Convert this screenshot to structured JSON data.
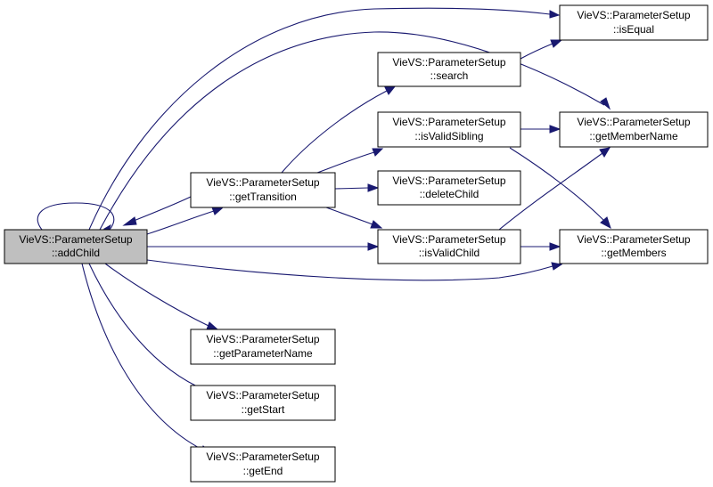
{
  "colors": {
    "edge": "#191970",
    "root_fill": "#bfbfbf",
    "node_fill": "#ffffff",
    "border": "#000000"
  },
  "nodes": [
    {
      "id": "addChild",
      "line1": "VieVS::ParameterSetup",
      "line2": "::addChild",
      "root": true
    },
    {
      "id": "getTransition",
      "line1": "VieVS::ParameterSetup",
      "line2": "::getTransition"
    },
    {
      "id": "getParameterName",
      "line1": "VieVS::ParameterSetup",
      "line2": "::getParameterName"
    },
    {
      "id": "getStart",
      "line1": "VieVS::ParameterSetup",
      "line2": "::getStart"
    },
    {
      "id": "getEnd",
      "line1": "VieVS::ParameterSetup",
      "line2": "::getEnd"
    },
    {
      "id": "search",
      "line1": "VieVS::ParameterSetup",
      "line2": "::search"
    },
    {
      "id": "isValidSibling",
      "line1": "VieVS::ParameterSetup",
      "line2": "::isValidSibling"
    },
    {
      "id": "deleteChild",
      "line1": "VieVS::ParameterSetup",
      "line2": "::deleteChild"
    },
    {
      "id": "isValidChild",
      "line1": "VieVS::ParameterSetup",
      "line2": "::isValidChild"
    },
    {
      "id": "isEqual",
      "line1": "VieVS::ParameterSetup",
      "line2": "::isEqual"
    },
    {
      "id": "getMemberName",
      "line1": "VieVS::ParameterSetup",
      "line2": "::getMemberName"
    },
    {
      "id": "getMembers",
      "line1": "VieVS::ParameterSetup",
      "line2": "::getMembers"
    }
  ],
  "edges": [
    {
      "from": "addChild",
      "to": "addChild"
    },
    {
      "from": "addChild",
      "to": "isEqual"
    },
    {
      "from": "addChild",
      "to": "getMemberName"
    },
    {
      "from": "addChild",
      "to": "getTransition"
    },
    {
      "from": "getTransition",
      "to": "addChild"
    },
    {
      "from": "addChild",
      "to": "isValidChild"
    },
    {
      "from": "addChild",
      "to": "getMembers"
    },
    {
      "from": "addChild",
      "to": "getParameterName"
    },
    {
      "from": "addChild",
      "to": "getStart"
    },
    {
      "from": "addChild",
      "to": "getEnd"
    },
    {
      "from": "getTransition",
      "to": "search"
    },
    {
      "from": "getTransition",
      "to": "isValidSibling"
    },
    {
      "from": "getTransition",
      "to": "deleteChild"
    },
    {
      "from": "getTransition",
      "to": "isValidChild"
    },
    {
      "from": "search",
      "to": "isEqual"
    },
    {
      "from": "isValidSibling",
      "to": "getMemberName"
    },
    {
      "from": "isValidSibling",
      "to": "getMembers"
    },
    {
      "from": "isValidChild",
      "to": "getMemberName"
    },
    {
      "from": "isValidChild",
      "to": "getMembers"
    }
  ]
}
